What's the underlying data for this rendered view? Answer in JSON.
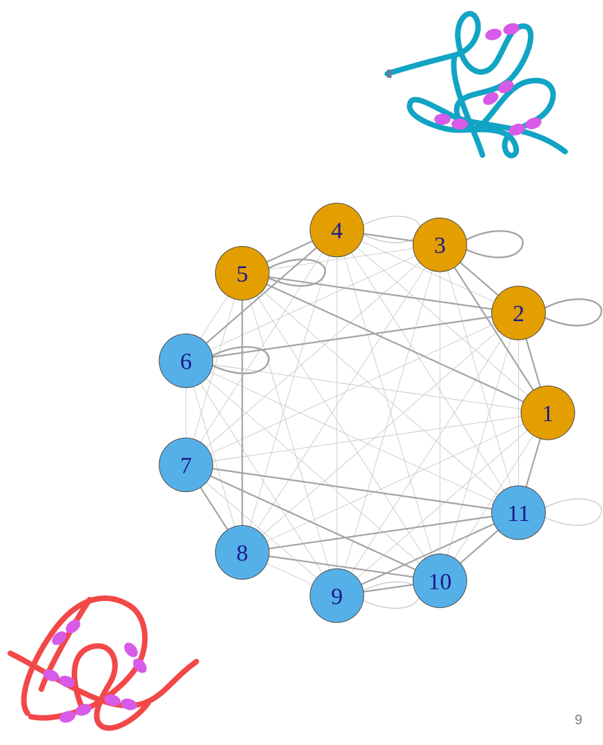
{
  "graph": {
    "colors": {
      "group_a": "#e39e00",
      "group_b": "#56b0e8",
      "node_stroke": "#4a4a4a",
      "label": "#1a1a8c",
      "edge_light": "#c8c8c8",
      "edge_heavy": "#a3a3a3"
    },
    "nodes": [
      {
        "label": "1",
        "group": "a"
      },
      {
        "label": "2",
        "group": "a"
      },
      {
        "label": "3",
        "group": "a"
      },
      {
        "label": "4",
        "group": "a"
      },
      {
        "label": "5",
        "group": "a"
      },
      {
        "label": "6",
        "group": "b"
      },
      {
        "label": "7",
        "group": "b"
      },
      {
        "label": "8",
        "group": "b"
      },
      {
        "label": "9",
        "group": "b"
      },
      {
        "label": "10",
        "group": "b"
      },
      {
        "label": "11",
        "group": "b"
      }
    ],
    "heavy_edges": [
      [
        1,
        2
      ],
      [
        2,
        3
      ],
      [
        3,
        4
      ],
      [
        4,
        5
      ],
      [
        4,
        6
      ],
      [
        3,
        1
      ],
      [
        5,
        1
      ],
      [
        5,
        2
      ],
      [
        6,
        2
      ],
      [
        5,
        8
      ],
      [
        7,
        11
      ],
      [
        7,
        10
      ],
      [
        7,
        8
      ],
      [
        8,
        10
      ],
      [
        8,
        11
      ],
      [
        9,
        11
      ],
      [
        9,
        10
      ],
      [
        11,
        10
      ],
      [
        1,
        11
      ]
    ],
    "self_loops": [
      2,
      3,
      5,
      6,
      11,
      9,
      4
    ]
  },
  "decorations": {
    "teal_knot_color": "#11a4c4",
    "red_knot_color": "#f24848",
    "bead_color": "#d85ae8"
  },
  "page": {
    "number": "9"
  }
}
